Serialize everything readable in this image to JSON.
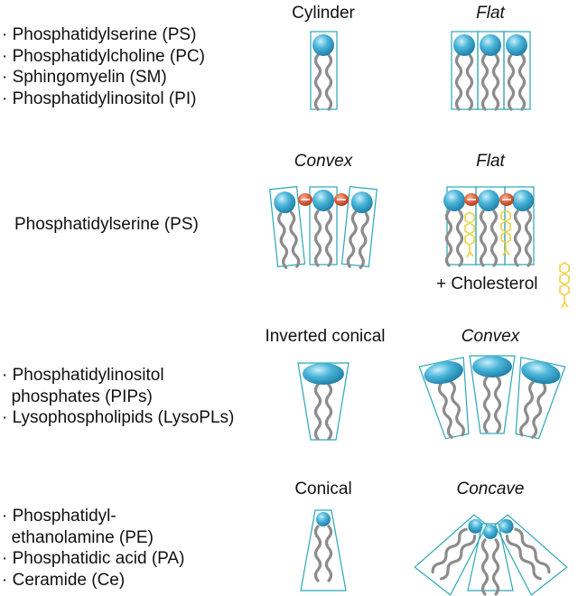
{
  "rows": [
    {
      "bullets": [
        "Phosphatidylserine (PS)",
        "Phosphatidylcholine (PC)",
        "Sphingomyelin (SM)",
        "Phosphatidylinositol (PI)"
      ],
      "shape_label": "Cylinder",
      "membrane_label": "Flat"
    },
    {
      "lipid_label": "Phosphatidylserine (PS)",
      "shape_label": "Convex",
      "membrane_label": "Flat",
      "addition_label": "+ Cholesterol"
    },
    {
      "bullets": [
        "Phosphatidylinositol",
        "phosphates (PIPs)",
        "Lysophospholipids (LysoPLs)"
      ],
      "shape_label": "Inverted conical",
      "membrane_label": "Convex"
    },
    {
      "bullets": [
        "Phosphatidyl-",
        "ethanolamine (PE)",
        "Phosphatidic acid (PA)",
        "Ceramide (Ce)"
      ],
      "shape_label": "Conical",
      "membrane_label": "Concave"
    }
  ],
  "colors": {
    "outline": "#2aa7b8",
    "head": "#3aa9cf",
    "head_highlight": "#bde6f3",
    "tail": "#8c8c8c",
    "charge": "#d9603b",
    "cholesterol": "#f2cf3c"
  }
}
